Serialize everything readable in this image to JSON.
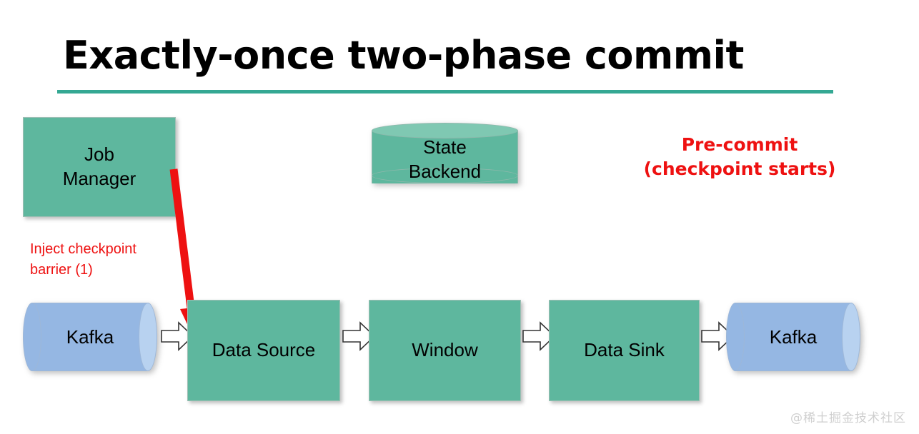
{
  "slide": {
    "title": "Exactly-once two-phase commit",
    "rule_color": "#34a893",
    "background": "#ffffff"
  },
  "palette": {
    "process_fill": "#5eb79e",
    "cylinder_top_fill": "#7fc8b2",
    "kafka_fill": "#95b7e3",
    "kafka_cap_fill": "#b8d2f0",
    "annotation_red": "#ee1111",
    "arrow_outline": "#333333",
    "arrow_fill": "#ffffff"
  },
  "nodes": {
    "job_manager": {
      "label": "Job\nManager",
      "line1": "Job",
      "line2": "Manager"
    },
    "state_backend": {
      "label": "State\nBackend",
      "line1": "State",
      "line2": "Backend"
    },
    "kafka_in": {
      "label": "Kafka"
    },
    "data_source": {
      "label": "Data Source"
    },
    "window": {
      "label": "Window"
    },
    "data_sink": {
      "label": "Data Sink"
    },
    "kafka_out": {
      "label": "Kafka"
    }
  },
  "annotations": {
    "inject": {
      "line1": "Inject checkpoint",
      "line2": "barrier (1)"
    },
    "precommit": {
      "line1": "Pre-commit",
      "line2": "(checkpoint starts)"
    }
  },
  "arrows": {
    "barrier": {
      "name": "red-checkpoint-barrier-arrow",
      "from": "job-manager",
      "to": "data-source"
    },
    "flow": [
      {
        "from": "kafka-in",
        "to": "data-source"
      },
      {
        "from": "data-source",
        "to": "window"
      },
      {
        "from": "window",
        "to": "data-sink"
      },
      {
        "from": "data-sink",
        "to": "kafka-out"
      }
    ]
  },
  "watermark": {
    "text": "@稀土掘金技术社区"
  }
}
